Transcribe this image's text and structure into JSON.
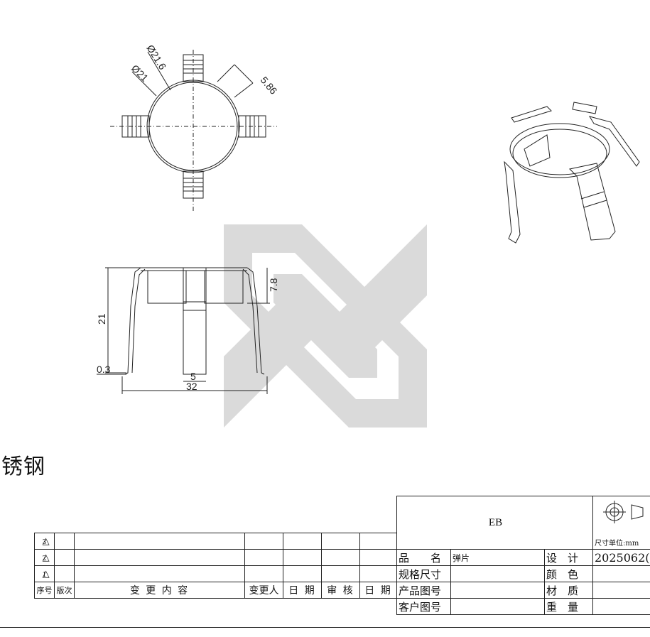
{
  "dimensions": {
    "dia_outer": "Ø21.6",
    "dia_inner": "Ø21",
    "tab_offset": "5.86",
    "height": "21",
    "tab_height": "7.8",
    "thickness": "0.3",
    "tab_width": "5",
    "overall_width": "32"
  },
  "material_text": "锈钢",
  "title_block": {
    "part_code": "EB",
    "units_label": "尺寸单位:mm",
    "fields": [
      {
        "label": "品　　名",
        "value": "弹片",
        "label2": "设　计",
        "value2": "2025062("
      },
      {
        "label": "规格尺寸",
        "value": "",
        "label2": "颜　色",
        "value2": ""
      },
      {
        "label": "产品图号",
        "value": "",
        "label2": "材　质",
        "value2": ""
      },
      {
        "label": "客户图号",
        "value": "",
        "label2": "重　量",
        "value2": ""
      }
    ]
  },
  "revision_table": {
    "rows": [
      "3",
      "2",
      "1"
    ],
    "headers": {
      "seq": "序号",
      "version": "版次",
      "change": "变 更 内 容",
      "changer": "变更人",
      "date1": "日 期",
      "review": "审 核",
      "date2": "日 期"
    }
  },
  "colors": {
    "line": "#222222",
    "watermark": "#d9d9d9"
  }
}
